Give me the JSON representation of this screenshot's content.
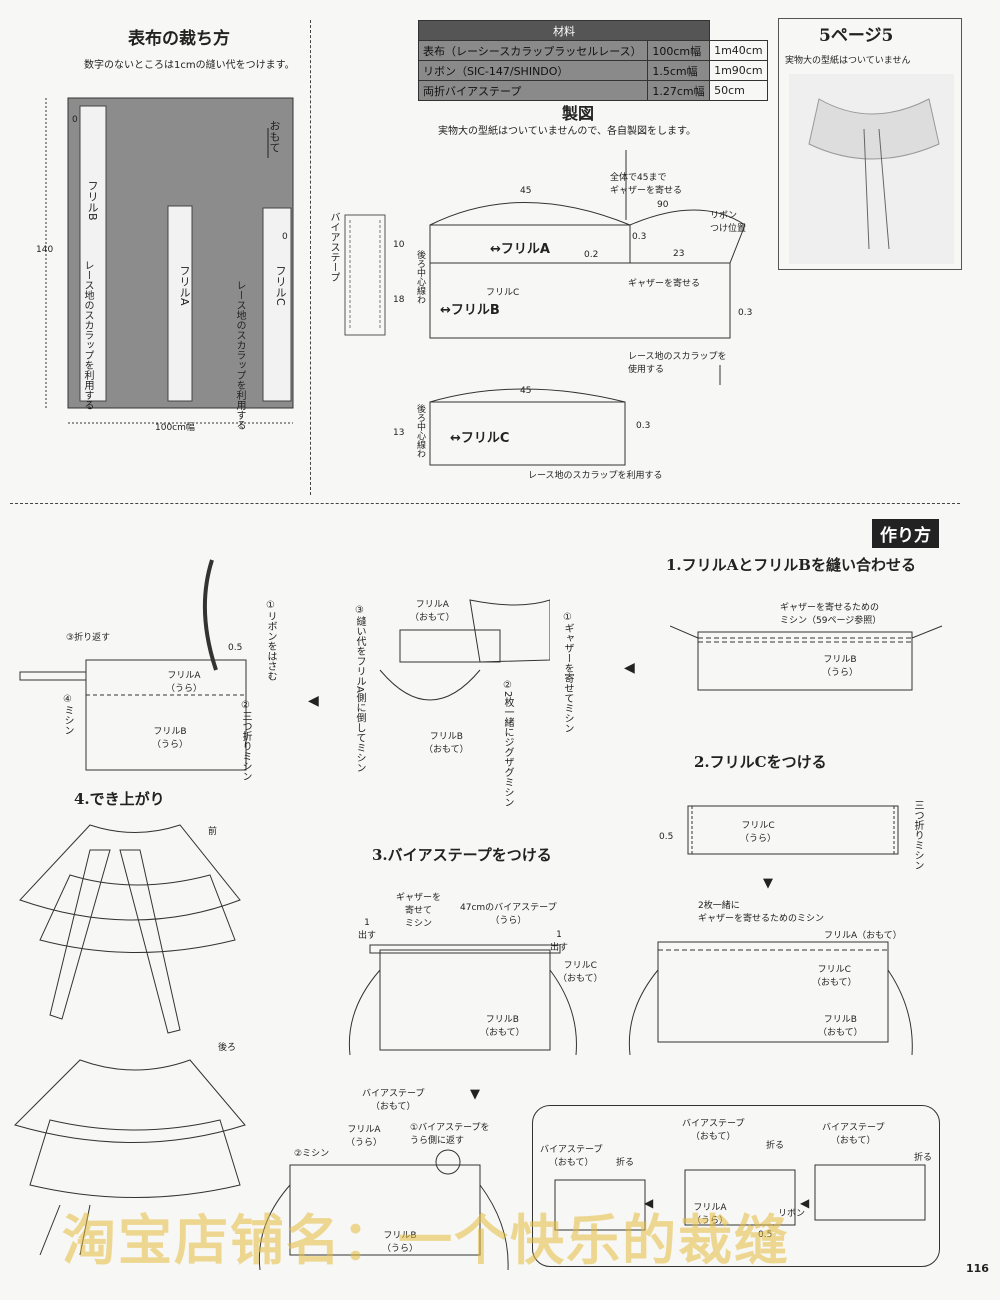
{
  "cutting": {
    "title": "表布の裁ち方",
    "note": "数字のないところは1cmの縫い代をつけます。",
    "height_label": "140",
    "width_label": "100cm幅",
    "omote": "おもて",
    "frill_b": "フリルB",
    "frill_a": "フリルA",
    "frill_c": "フリルC",
    "lace_use": "レース地のスカラップを利用する",
    "zero": "0"
  },
  "materials": {
    "header": "材料",
    "rows": [
      {
        "name": "表布（レーシースカラップラッセルレース）",
        "spec": "100cm幅",
        "qty": "1m40cm"
      },
      {
        "name": "リボン（SIC-147/SHINDO）",
        "spec": "1.5cm幅",
        "qty": "1m90cm"
      },
      {
        "name": "両折バイアステープ",
        "spec": "1.27cm幅",
        "qty": "50cm"
      }
    ]
  },
  "pattern": {
    "title": "製図",
    "note": "実物大の型紙はついていませんので、各自製図をします。",
    "gather_45": "全体で45まで\nギャザーを寄せる",
    "ribbon_pos": "リボン\nつけ位置",
    "n45": "45",
    "n90": "90",
    "n23": "23",
    "n10": "10",
    "n18": "18",
    "n13": "13",
    "n03": "0.3",
    "n02": "0.2",
    "back_center": "後ろ中心線わ",
    "frill_a": "↔フリルA",
    "frill_b": "↔フリルB",
    "frill_c": "↔フリルC",
    "frill_c_small": "フリルC",
    "gather": "ギャザーを寄せる",
    "lace_scallop": "レース地のスカラップを\n使用する",
    "lace_scallop2": "レース地のスカラップを利用する",
    "bias_tape": "バイアステープ"
  },
  "page5": {
    "title": "5ページ5",
    "note": "実物大の型紙はついていません"
  },
  "howto": {
    "badge": "作り方",
    "step1": "1.フリルAとフリルBを縫い合わせる",
    "step1_note": "ギャザーを寄せるための\nミシン（59ページ参照）",
    "step1_frill": "フリルB\n（うら）",
    "step_mid_ribbon": "①ギャザーを寄せてミシン",
    "step_mid_zig": "②2枚一緒にジグザグミシン",
    "step_mid_press": "③縫い代をフリルA側に倒してミシン",
    "frill_a_omote": "フリルA\n（おもて）",
    "frill_b_omote": "フリルB\n（おもて）",
    "left_ribbon": "①リボンをはさむ",
    "left_fold": "③折り返す",
    "left_sewing": "④ミシン",
    "left_triple": "②三つ折りミシン",
    "left_a": "フリルA\n（うら）",
    "left_b": "フリルB\n（うら）",
    "n05": "0.5",
    "step2": "2.フリルCをつける",
    "step2_c": "フリルC\n（うら）",
    "step2_triple": "三つ折りミシン",
    "step2_sew": "2枚一緒に\nギャザーを寄せるためのミシン",
    "step2_a": "フリルA（おもて）",
    "step2_c2": "フリルC\n（おもて）",
    "step2_b": "フリルB\n（おもて）",
    "step3": "3.バイアステープをつける",
    "step3_gather": "ギャザーを\n寄せて\nミシン",
    "step3_tape": "47cmのバイアステープ\n（うら）",
    "step3_out": "1\n出す",
    "step3_c": "フリルC\n（おもて）",
    "step3_b": "フリルB\n（おもて）",
    "step3_tape_omote": "バイアステープ\n（おもて）",
    "step3_fold_back": "①バイアステープを\nうら側に返す",
    "step3_sewing": "②ミシン",
    "step3_a": "フリルA\n（うら）",
    "step3_b_ura": "フリルB\n（うら）",
    "fold": "折る",
    "ribbon": "リボン",
    "step4": "4.でき上がり",
    "front": "前",
    "back": "後ろ"
  },
  "watermark": "淘宝店铺名：一个快乐的裁缝",
  "page_number": "116"
}
